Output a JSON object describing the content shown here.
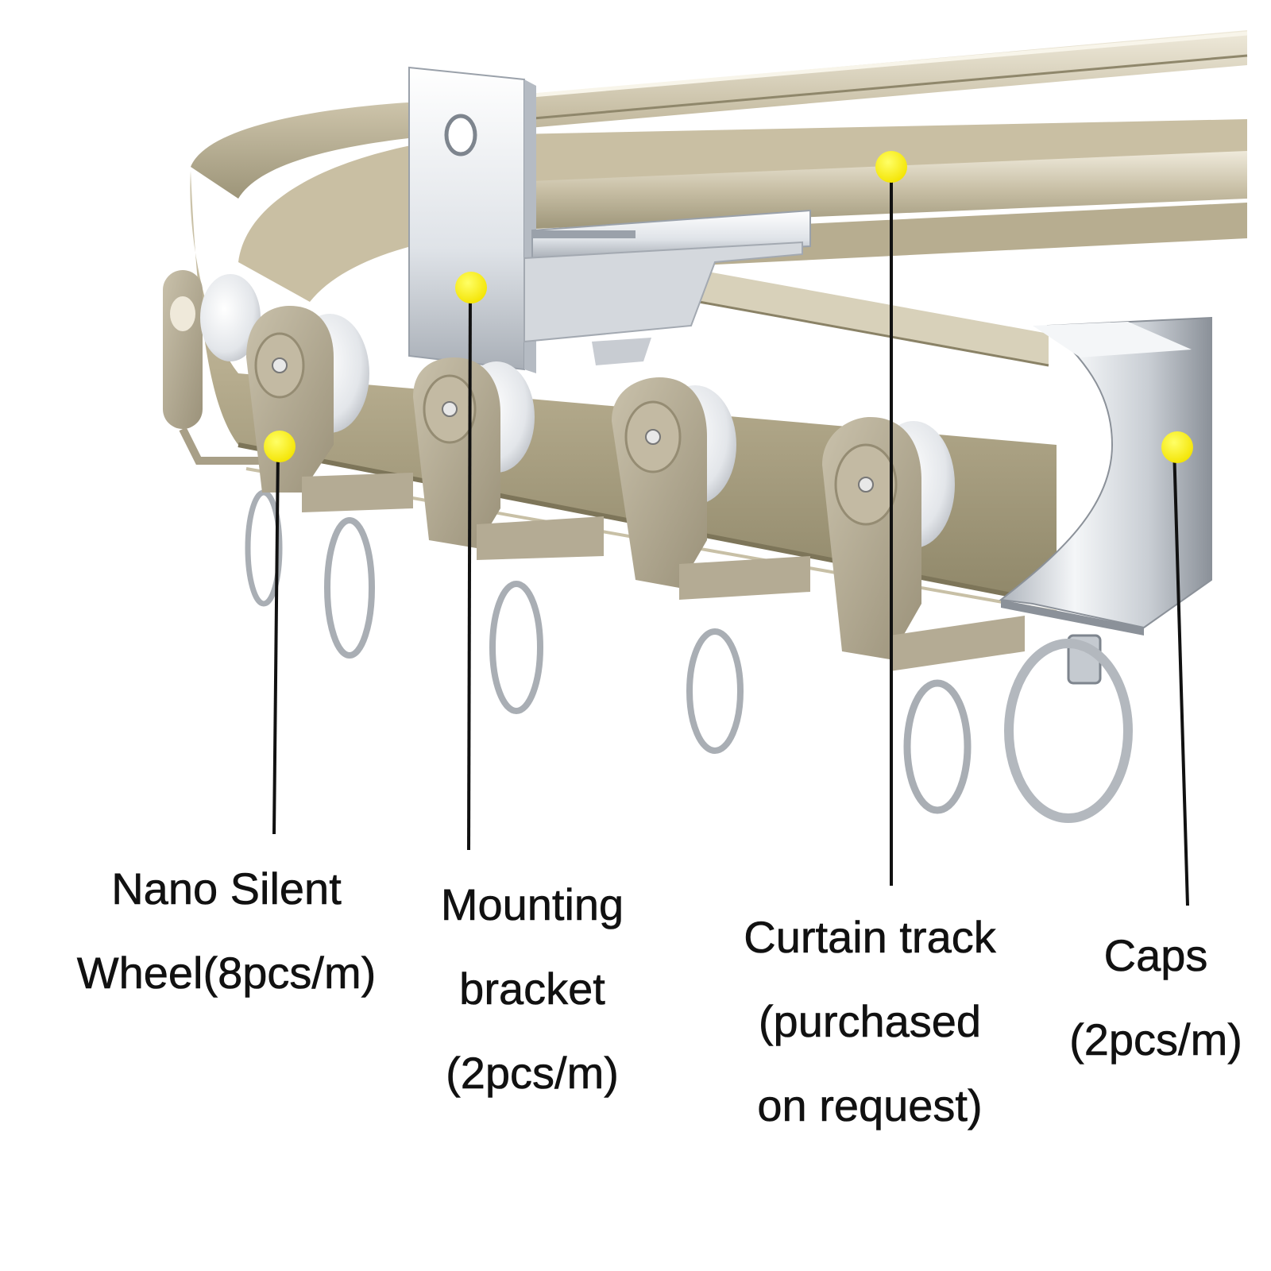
{
  "colors": {
    "track_gold": "#b7ad90",
    "track_light": "#e2dcc8",
    "track_dark": "#8e866d",
    "runner_taupe": "#b2a993",
    "wheel_white": "#eef0f2",
    "chrome": "#d9dde2",
    "marker_yellow": "#fff200",
    "leader_line": "#111111"
  },
  "callouts": [
    {
      "id": "wheel",
      "lines": [
        "Nano Silent",
        "Wheel(8pcs/m)"
      ]
    },
    {
      "id": "bracket",
      "lines": [
        "Mounting",
        "bracket",
        "(2pcs/m)"
      ]
    },
    {
      "id": "track",
      "lines": [
        "Curtain track",
        "(purchased",
        "on request)"
      ]
    },
    {
      "id": "caps",
      "lines": [
        "Caps",
        "(2pcs/m)"
      ]
    }
  ]
}
